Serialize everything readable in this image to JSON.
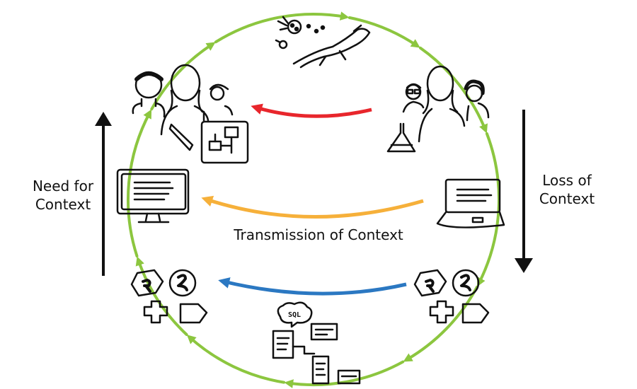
{
  "labels": {
    "need_line1": "Need for",
    "need_line2": "Context",
    "loss_line1": "Loss of",
    "loss_line2": "Context",
    "transmission": "Transmission of Context",
    "sql": "SQL",
    "r": "R"
  },
  "colors": {
    "cycle": "#8cc63f",
    "red_arrow": "#e8262c",
    "orange_arrow": "#f6b03a",
    "blue_arrow": "#2b78c2",
    "ink": "#111111"
  }
}
